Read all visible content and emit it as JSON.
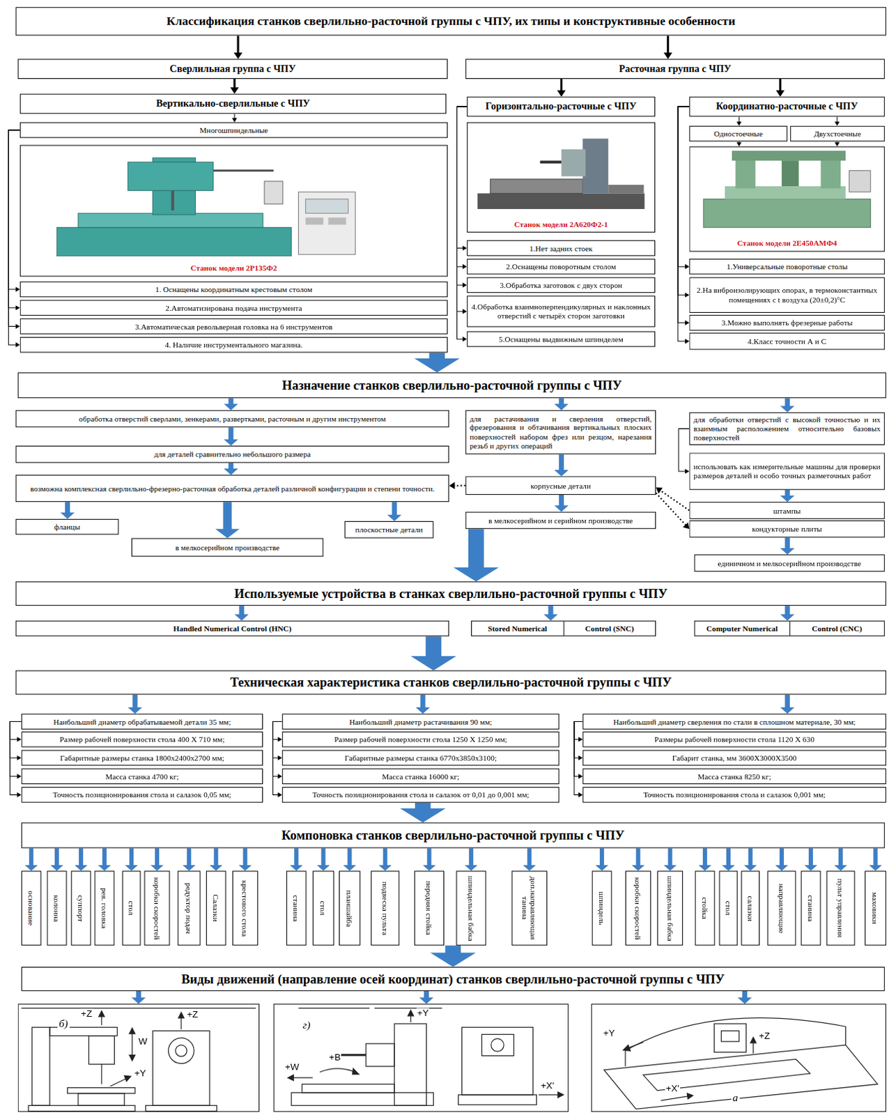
{
  "diagram": {
    "nodes": [
      {
        "text": [
          "Классификация станков сверлильно-расточной группы с ЧПУ, их типы и конструктивные особенности"
        ]
      },
      {
        "text": [
          "Сверлильная группа с ЧПУ"
        ]
      },
      {
        "text": [
          "Расточная группа с ЧПУ"
        ]
      },
      {
        "text": [
          "Вертикально-сверлильные с ЧПУ"
        ]
      },
      {
        "text": [
          "Горизонтально-расточные с ЧПУ"
        ]
      },
      {
        "text": [
          "Координатно-расточные с ЧПУ"
        ]
      },
      {
        "text": [
          "Многошпиндельные"
        ]
      },
      {
        "text": [
          "Станок модели 2Р135Ф2"
        ]
      },
      {
        "text": [
          "Станок модели 2А620Ф2-1"
        ]
      },
      {
        "text": [
          "Одностоечные"
        ]
      },
      {
        "text": [
          "Двухстоечные"
        ]
      },
      {
        "text": [
          "Станок модели 2Е450АМФ4"
        ]
      },
      {
        "text": [
          "1. Оснащены координатным крестовым столом"
        ]
      },
      {
        "text": [
          "2.Автоматизирована подача инструмента"
        ]
      },
      {
        "text": [
          "3.Автоматическая револьверная головка на 6 инструментов"
        ]
      },
      {
        "text": [
          "4. Наличие инструментального магазина."
        ]
      },
      {
        "text": [
          "1.Нет задних стоек"
        ]
      },
      {
        "text": [
          "2.Оснащены поворотным столом"
        ]
      },
      {
        "text": [
          "3.Обработка заготовок с двух сторон"
        ]
      },
      {
        "text": [
          "4.Обработка взаимноперпендикулярных и наклонных отверстий с четырёх сторон заготовки"
        ]
      },
      {
        "text": [
          "5.Оснащены выдвижным шпинделем"
        ]
      },
      {
        "text": [
          "1.Универсальные поворотные столы"
        ]
      },
      {
        "text": [
          "2.На виброизолирующих опорах, в термоконстантных помещениях с t воздуха (20±0,2)°С"
        ]
      },
      {
        "text": [
          "3.Можно выполнять фрезерные работы"
        ]
      },
      {
        "text": [
          "4.Класс точности А и С"
        ]
      },
      {
        "text": [
          "Назначение станков сверлильно-расточной группы с ЧПУ"
        ]
      },
      {
        "text": [
          "обработка отверстий сверлами, зенкерами, развертками, расточным и другим инструментом"
        ]
      },
      {
        "text": [
          "для деталей сравнительно небольшого размера"
        ]
      },
      {
        "text": [
          "возможна комплексная сверлильно-фрезерно-расточная обработка деталей различной конфигурации и степени точности."
        ]
      },
      {
        "text": [
          "фланцы"
        ]
      },
      {
        "text": [
          "в мелкосерийном производстве"
        ]
      },
      {
        "text": [
          "плоскостные детали"
        ]
      },
      {
        "text": [
          "для растачивания и сверления отверстий, фрезерования и обтачивания вертикальных плоских поверхностей набором фрез или резцом, нарезания резьб и других операций"
        ]
      },
      {
        "text": [
          "корпусные детали"
        ]
      },
      {
        "text": [
          "в мелкосерийном и серийном производстве"
        ]
      },
      {
        "text": [
          "для обработки отверстий с высокой точностью и их взаимным расположением относительно базовых поверхностей"
        ]
      },
      {
        "text": [
          "использовать как измерительные машины для проверки размеров деталей и особо точных разметочных работ"
        ]
      },
      {
        "text": [
          "штампы"
        ]
      },
      {
        "text": [
          "кондукторные плиты"
        ]
      },
      {
        "text": [
          "единичном и мелкосерийном производстве"
        ]
      },
      {
        "text": [
          "Используемые устройства в станках сверлильно-расточной группы с ЧПУ"
        ]
      },
      {
        "text": [
          "Handled Numerical Control (HNC)"
        ]
      },
      {
        "text": [
          "Stored Numerical",
          "Control (SNC)"
        ]
      },
      {
        "text": [
          "Computer Numerical",
          "Control (CNC)"
        ]
      },
      {
        "text": [
          "Техническая характеристика станков сверлильно-расточной группы с ЧПУ"
        ]
      },
      {
        "text": [
          "Наибольший диаметр обрабатываемой детали 35 мм;"
        ]
      },
      {
        "text": [
          "Размер рабочей поверхности стола 400 X 710 мм;"
        ]
      },
      {
        "text": [
          "Габаритные размеры станка 1800х2400х2700 мм;"
        ]
      },
      {
        "text": [
          "Масса станка 4700 кг;"
        ]
      },
      {
        "text": [
          "Точность позиционирования стола и салазок 0,05 мм;"
        ]
      },
      {
        "text": [
          "Наибольший диаметр растачивания 90 мм;"
        ]
      },
      {
        "text": [
          "Размер рабочей поверхности стола 1250 X 1250 мм;"
        ]
      },
      {
        "text": [
          "Габаритные размеры станка 6770х3850х3100;"
        ]
      },
      {
        "text": [
          "Масса станка 16000 кг;"
        ]
      },
      {
        "text": [
          "Точность позиционирования стола и салазок от 0,01 до 0,001 мм;"
        ]
      },
      {
        "text": [
          "Наибольший диаметр сверления по стали в сплошном материале, 30 мм;"
        ]
      },
      {
        "text": [
          "Размеры рабочей поверхности стола 1120 X 630"
        ]
      },
      {
        "text": [
          "Габарит станка, мм 3600Х3000Х3500"
        ]
      },
      {
        "text": [
          "Масса станка 8250 кг;"
        ]
      },
      {
        "text": [
          "Точность позиционирования стола и салазок 0,001 мм;"
        ]
      },
      {
        "text": [
          "Компоновка станков сверлильно-расточной группы с ЧПУ"
        ]
      },
      {
        "text": [
          "основание"
        ]
      },
      {
        "text": [
          "колонна"
        ]
      },
      {
        "text": [
          "суппорт"
        ]
      },
      {
        "text": [
          "рев. головка"
        ]
      },
      {
        "text": [
          "стол"
        ]
      },
      {
        "text": [
          "коробки скоростей"
        ]
      },
      {
        "text": [
          "редуктор подач"
        ]
      },
      {
        "text": [
          "Салазки"
        ]
      },
      {
        "text": [
          "крестового стола"
        ]
      },
      {
        "text": [
          "станина"
        ]
      },
      {
        "text": [
          "стол"
        ]
      },
      {
        "text": [
          "планшайба"
        ]
      },
      {
        "text": [
          "подвеска пульта"
        ]
      },
      {
        "text": [
          "передняя стойка"
        ]
      },
      {
        "text": [
          "шпиндельная бабка"
        ]
      },
      {
        "text": [
          "доп.направляющая танина"
        ]
      },
      {
        "text": [
          "шпиндель"
        ]
      },
      {
        "text": [
          "коробки скоростей"
        ]
      },
      {
        "text": [
          "шпиндельная бабка"
        ]
      },
      {
        "text": [
          "стойка"
        ]
      },
      {
        "text": [
          "стол"
        ]
      },
      {
        "text": [
          "салазки"
        ]
      },
      {
        "text": [
          "направляющие"
        ]
      },
      {
        "text": [
          "станина"
        ]
      },
      {
        "text": [
          "пульт управления"
        ]
      },
      {
        "text": [
          "маховики"
        ]
      },
      {
        "text": [
          "Виды движений (направление осей координат) станков сверлильно-расточной группы с ЧПУ"
        ]
      },
      {
        "text": [
          "б)"
        ]
      },
      {
        "text": [
          "г)"
        ]
      },
      {
        "text": [
          "а"
        ]
      }
    ],
    "edges": [
      {
        "from": 0,
        "to": 1,
        "arrow": "to"
      },
      {
        "from": 0,
        "to": 2,
        "arrow": "to"
      },
      {
        "from": 1,
        "to": 3,
        "arrow": "to"
      },
      {
        "from": 2,
        "to": 4,
        "arrow": "to"
      },
      {
        "from": 2,
        "to": 5,
        "arrow": "to"
      },
      {
        "from": 3,
        "to": 6,
        "arrow": "to"
      },
      {
        "from": 5,
        "to": 9,
        "arrow": "to"
      },
      {
        "from": 5,
        "to": 10,
        "arrow": "to"
      },
      {
        "from": 9,
        "to": 11,
        "arrow": "to"
      },
      {
        "from": 10,
        "to": 11,
        "arrow": "to"
      },
      {
        "from": 6,
        "to": 12,
        "arrow": "to"
      },
      {
        "from": 6,
        "to": 13,
        "arrow": "to"
      },
      {
        "from": 6,
        "to": 14,
        "arrow": "to"
      },
      {
        "from": 6,
        "to": 15,
        "arrow": "to"
      },
      {
        "from": 4,
        "to": 16,
        "arrow": "to"
      },
      {
        "from": 4,
        "to": 17,
        "arrow": "to"
      },
      {
        "from": 4,
        "to": 18,
        "arrow": "to"
      },
      {
        "from": 4,
        "to": 19,
        "arrow": "to"
      },
      {
        "from": 4,
        "to": 20,
        "arrow": "to"
      },
      {
        "from": 5,
        "to": 21,
        "arrow": "to"
      },
      {
        "from": 5,
        "to": 22,
        "arrow": "to"
      },
      {
        "from": 5,
        "to": 23,
        "arrow": "to"
      },
      {
        "from": 5,
        "to": 24,
        "arrow": "to"
      },
      {
        "from": 15,
        "to": 25,
        "arrow": "to"
      },
      {
        "from": 25,
        "to": 26,
        "arrow": "to"
      },
      {
        "from": 26,
        "to": 27,
        "arrow": "to"
      },
      {
        "from": 27,
        "to": 28,
        "arrow": "to"
      },
      {
        "from": 28,
        "to": 29,
        "arrow": "to"
      },
      {
        "from": 28,
        "to": 30,
        "arrow": "to"
      },
      {
        "from": 28,
        "to": 31,
        "arrow": "to"
      },
      {
        "from": 33,
        "to": 28,
        "arrow": "to"
      },
      {
        "from": 25,
        "to": 32,
        "arrow": "to"
      },
      {
        "from": 32,
        "to": 33,
        "arrow": "to"
      },
      {
        "from": 33,
        "to": 34,
        "arrow": "to"
      },
      {
        "from": 25,
        "to": 35,
        "arrow": "to"
      },
      {
        "from": 35,
        "to": 36,
        "arrow": "to"
      },
      {
        "from": 36,
        "to": 37,
        "arrow": "to"
      },
      {
        "from": 37,
        "to": 33,
        "arrow": "to"
      },
      {
        "from": 33,
        "to": 38,
        "arrow": "to"
      },
      {
        "from": 38,
        "to": 39,
        "arrow": "to"
      },
      {
        "from": 34,
        "to": 40,
        "arrow": "to"
      },
      {
        "from": 40,
        "to": 41,
        "arrow": "to"
      },
      {
        "from": 40,
        "to": 42,
        "arrow": "to"
      },
      {
        "from": 40,
        "to": 43,
        "arrow": "to"
      },
      {
        "from": 41,
        "to": 44,
        "arrow": "to"
      },
      {
        "from": 44,
        "to": 45,
        "arrow": "to"
      },
      {
        "from": 44,
        "to": 50,
        "arrow": "to"
      },
      {
        "from": 44,
        "to": 55,
        "arrow": "to"
      },
      {
        "from": 45,
        "to": 46,
        "arrow": "to"
      },
      {
        "from": 45,
        "to": 47,
        "arrow": "to"
      },
      {
        "from": 45,
        "to": 48,
        "arrow": "to"
      },
      {
        "from": 45,
        "to": 49,
        "arrow": "to"
      },
      {
        "from": 50,
        "to": 51,
        "arrow": "to"
      },
      {
        "from": 50,
        "to": 52,
        "arrow": "to"
      },
      {
        "from": 50,
        "to": 53,
        "arrow": "to"
      },
      {
        "from": 50,
        "to": 54,
        "arrow": "to"
      },
      {
        "from": 55,
        "to": 56,
        "arrow": "to"
      },
      {
        "from": 55,
        "to": 57,
        "arrow": "to"
      },
      {
        "from": 55,
        "to": 58,
        "arrow": "to"
      },
      {
        "from": 55,
        "to": 59,
        "arrow": "to"
      },
      {
        "from": 54,
        "to": 60,
        "arrow": "to"
      },
      {
        "from": 60,
        "to": 61,
        "arrow": "to"
      },
      {
        "from": 60,
        "to": 62,
        "arrow": "to"
      },
      {
        "from": 60,
        "to": 63,
        "arrow": "to"
      },
      {
        "from": 60,
        "to": 64,
        "arrow": "to"
      },
      {
        "from": 60,
        "to": 65,
        "arrow": "to"
      },
      {
        "from": 60,
        "to": 66,
        "arrow": "to"
      },
      {
        "from": 60,
        "to": 67,
        "arrow": "to"
      },
      {
        "from": 60,
        "to": 68,
        "arrow": "to"
      },
      {
        "from": 60,
        "to": 69,
        "arrow": "to"
      },
      {
        "from": 60,
        "to": 70,
        "arrow": "to"
      },
      {
        "from": 60,
        "to": 71,
        "arrow": "to"
      },
      {
        "from": 60,
        "to": 72,
        "arrow": "to"
      },
      {
        "from": 60,
        "to": 73,
        "arrow": "to"
      },
      {
        "from": 60,
        "to": 74,
        "arrow": "to"
      },
      {
        "from": 60,
        "to": 75,
        "arrow": "to"
      },
      {
        "from": 60,
        "to": 76,
        "arrow": "to"
      },
      {
        "from": 60,
        "to": 77,
        "arrow": "to"
      },
      {
        "from": 60,
        "to": 78,
        "arrow": "to"
      },
      {
        "from": 60,
        "to": 79,
        "arrow": "to"
      },
      {
        "from": 60,
        "to": 80,
        "arrow": "to"
      },
      {
        "from": 60,
        "to": 81,
        "arrow": "to"
      },
      {
        "from": 60,
        "to": 82,
        "arrow": "to"
      },
      {
        "from": 60,
        "to": 83,
        "arrow": "to"
      },
      {
        "from": 60,
        "to": 84,
        "arrow": "to"
      },
      {
        "from": 60,
        "to": 85,
        "arrow": "to"
      },
      {
        "from": 60,
        "to": 86,
        "arrow": "to"
      },
      {
        "from": 74,
        "to": 87,
        "arrow": "to"
      },
      {
        "from": 87,
        "to": 88,
        "arrow": "to"
      },
      {
        "from": 87,
        "to": 89,
        "arrow": "to"
      },
      {
        "from": 87,
        "to": 90,
        "arrow": "to"
      }
    ],
    "labels": [
      "+Z",
      "W",
      "+Y",
      "+Z",
      "+Y",
      "+B",
      "+W",
      "+X'",
      "+Y",
      "+Z",
      "+X'"
    ]
  }
}
